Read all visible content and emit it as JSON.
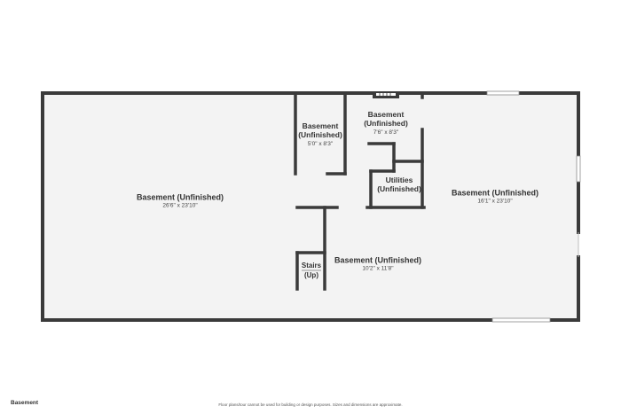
{
  "plan": {
    "rooms": [
      {
        "id": "basement-left",
        "name": "Basement (Unfinished)",
        "dims": "26'6\" x 23'10\""
      },
      {
        "id": "basement-small",
        "name_lines": [
          "Basement",
          "(Unfinished)"
        ],
        "dims": "5'0\" x 8'3\""
      },
      {
        "id": "basement-top-center",
        "name_lines": [
          "Basement",
          "(Unfinished)"
        ],
        "dims": "7'6\" x 8'3\""
      },
      {
        "id": "utilities",
        "name_lines": [
          "Utilities",
          "(Unfinished)"
        ],
        "dims": ""
      },
      {
        "id": "basement-right",
        "name": "Basement (Unfinished)",
        "dims": "16'1\" x 23'10\""
      },
      {
        "id": "basement-center",
        "name": "Basement (Unfinished)",
        "dims": "10'2\" x 11'8\""
      },
      {
        "id": "stairs",
        "name_lines": [
          "Stairs",
          "(Up)"
        ],
        "dims": ""
      }
    ]
  },
  "footer": {
    "floor_label": "Basement",
    "disclaimer": "Floor plans/tour cannot be used for building or design purposes. Sizes and dimensions are approximate."
  }
}
